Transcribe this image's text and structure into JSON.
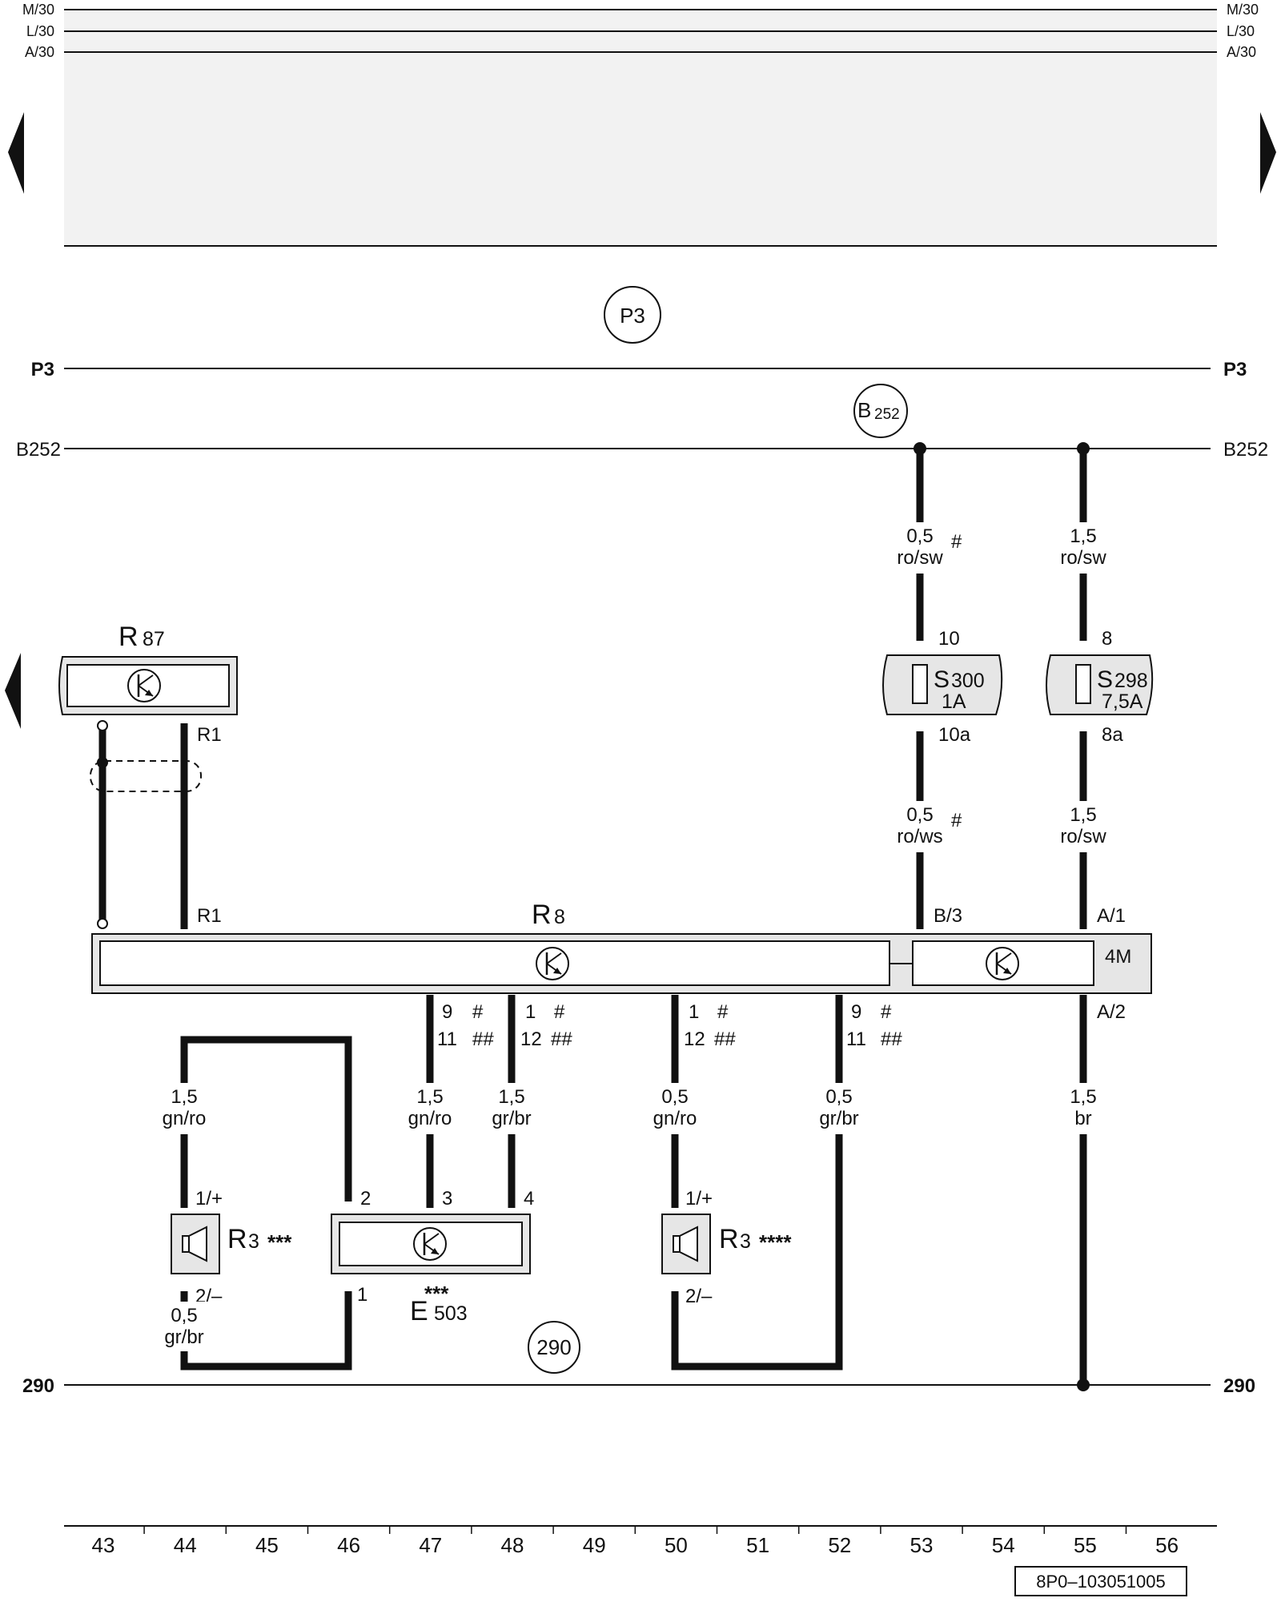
{
  "top_rails": [
    {
      "label": "M/30"
    },
    {
      "label": "L/30"
    },
    {
      "label": "A/30"
    }
  ],
  "buses": {
    "p3": {
      "label": "P3",
      "circle": "P3"
    },
    "b252": {
      "label": "B252",
      "circle_main": "B",
      "circle_sub": "252"
    },
    "ground": {
      "label": "290",
      "circle": "290"
    }
  },
  "components": {
    "r87": {
      "name": "R",
      "sub": "87",
      "pin": "R1"
    },
    "r8": {
      "name": "R",
      "sub": "8",
      "tag": "4M"
    },
    "s300": {
      "name": "S",
      "sub": "300",
      "rating": "1A",
      "pin_in": "10",
      "pin_out": "10a"
    },
    "s298": {
      "name": "S",
      "sub": "298",
      "rating": "7,5A",
      "pin_in": "8",
      "pin_out": "8a"
    },
    "r3a": {
      "name": "R",
      "sub": "3",
      "stars": "***",
      "pin_pos": "1/+",
      "pin_neg": "2/–"
    },
    "r3b": {
      "name": "R",
      "sub": "3",
      "stars": "****",
      "pin_pos": "1/+",
      "pin_neg": "2/–"
    },
    "e503": {
      "name": "E",
      "sub": "503",
      "stars": "***",
      "pins": [
        "2",
        "3",
        "4",
        "1"
      ]
    }
  },
  "r8_pins": {
    "r1": "R1",
    "b3": "B/3",
    "a1": "A/1",
    "a2": "A/2",
    "c47": {
      "top": "9",
      "top_mark": "#",
      "bot": "11",
      "bot_mark": "##"
    },
    "c48": {
      "top": "1",
      "top_mark": "#",
      "bot": "12",
      "bot_mark": "##"
    },
    "c50": {
      "top": "1",
      "top_mark": "#",
      "bot": "12",
      "bot_mark": "##"
    },
    "c52": {
      "top": "9",
      "top_mark": "#",
      "bot": "11",
      "bot_mark": "##"
    }
  },
  "wires": {
    "w53a": {
      "size": "0,5",
      "color": "ro/sw",
      "mark": "#"
    },
    "w55a": {
      "size": "1,5",
      "color": "ro/sw"
    },
    "w53b": {
      "size": "0,5",
      "color": "ro/ws",
      "mark": "#"
    },
    "w55b": {
      "size": "1,5",
      "color": "ro/sw"
    },
    "w44": {
      "size": "1,5",
      "color": "gn/ro"
    },
    "w47": {
      "size": "1,5",
      "color": "gn/ro"
    },
    "w48": {
      "size": "1,5",
      "color": "gr/br"
    },
    "w50": {
      "size": "0,5",
      "color": "gn/ro"
    },
    "w52": {
      "size": "0,5",
      "color": "gr/br"
    },
    "w55c": {
      "size": "1,5",
      "color": "br"
    },
    "w44b": {
      "size": "0,5",
      "color": "gr/br"
    }
  },
  "columns": [
    "43",
    "44",
    "45",
    "46",
    "47",
    "48",
    "49",
    "50",
    "51",
    "52",
    "53",
    "54",
    "55",
    "56"
  ],
  "doc_id": "8P0–103051005",
  "colors": {
    "ink": "#111111",
    "panel": "#f2f2f2",
    "box": "#e6e6e6"
  }
}
